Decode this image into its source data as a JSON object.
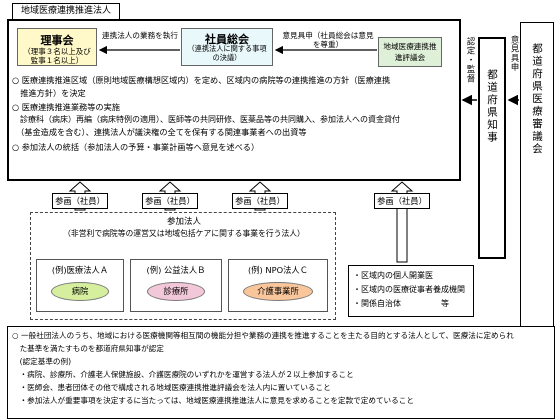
{
  "organization": {
    "title": "地域医療連携推進法人",
    "board": {
      "title": "理事会",
      "desc": "（理事３名以上及び監事１名以上）"
    },
    "assembly": {
      "title": "社員総会",
      "desc": "（連携法人に関する事項の決議）"
    },
    "council": {
      "text": "地域医療連携推進評議会"
    },
    "arrow_board_assembly": "連携法人の業務を執行",
    "arrow_council_assembly": "意見具申（社員総会は意見を尊重）",
    "functions": [
      "○ 医療連携推進区域（原則地域医療構想区域内）を定め、区域内の病院等の連携推進の方針（医療連携",
      "　推進方針）を決定",
      "○ 医療連携推進業務等の実施",
      "　診療科（病床）再編（病床特例の適用）、医師等の共同研修、医薬品等の共同購入、参加法人への資金貸付",
      "　（基金造成を含む）、連携法人が議決権の全てを保有する関連事業者への出資等",
      "○ 参加法人の統括（参加法人の予算・事業計画等へ意見を述べる）"
    ]
  },
  "participation": {
    "sanka_label": "参画（社員）",
    "title": "参加法人",
    "subtitle": "（非営利で病院等の運営又は地域包括ケアに関する事業を行う法人）",
    "corporations": [
      {
        "label": "(例)医療法人Ａ",
        "facility": "病院"
      },
      {
        "label": "(例) 公益法人Ｂ",
        "facility": "診療所"
      },
      {
        "label": "(例) NPO法人Ｃ",
        "facility": "介護事業所"
      }
    ]
  },
  "external_members": [
    "・区域内の個人開業医",
    "・区域内の医療従事者養成機関",
    "・関係自治体　　　　　等"
  ],
  "prefecture": {
    "governor": "都道府県知事",
    "council": "都道府県医療審議会",
    "approval_label": "認定・監督",
    "opinion_label": "意見具申"
  },
  "notes": [
    "○ 一般社団法人のうち、地域における医療機関等相互間の機能分担や業務の連携を推進することを主たる目的とする法人として、医療法に定められ",
    "　た基準を満たすものを都道府県知事が認定",
    "　(認定基準の例)",
    "　・病院、診療所、介護老人保健施設、介護医療院のいずれかを運営する法人が２以上参加すること",
    "　・医師会、患者団体その他で構成される地域医療連携推進評議会を法人内に置いていること",
    "　・参加法人が重要事項を決定するに当たっては、地域医療連携推進法人に意見を求めることを定款で定めていること"
  ],
  "colors": {
    "board_bg": "#fff8c8",
    "assembly_bg": "#e9f8fb",
    "council_bg": "#dff0d8",
    "facility_a": "#d6ef9f",
    "facility_b": "#f2c7d7",
    "facility_c": "#f8c69a"
  }
}
